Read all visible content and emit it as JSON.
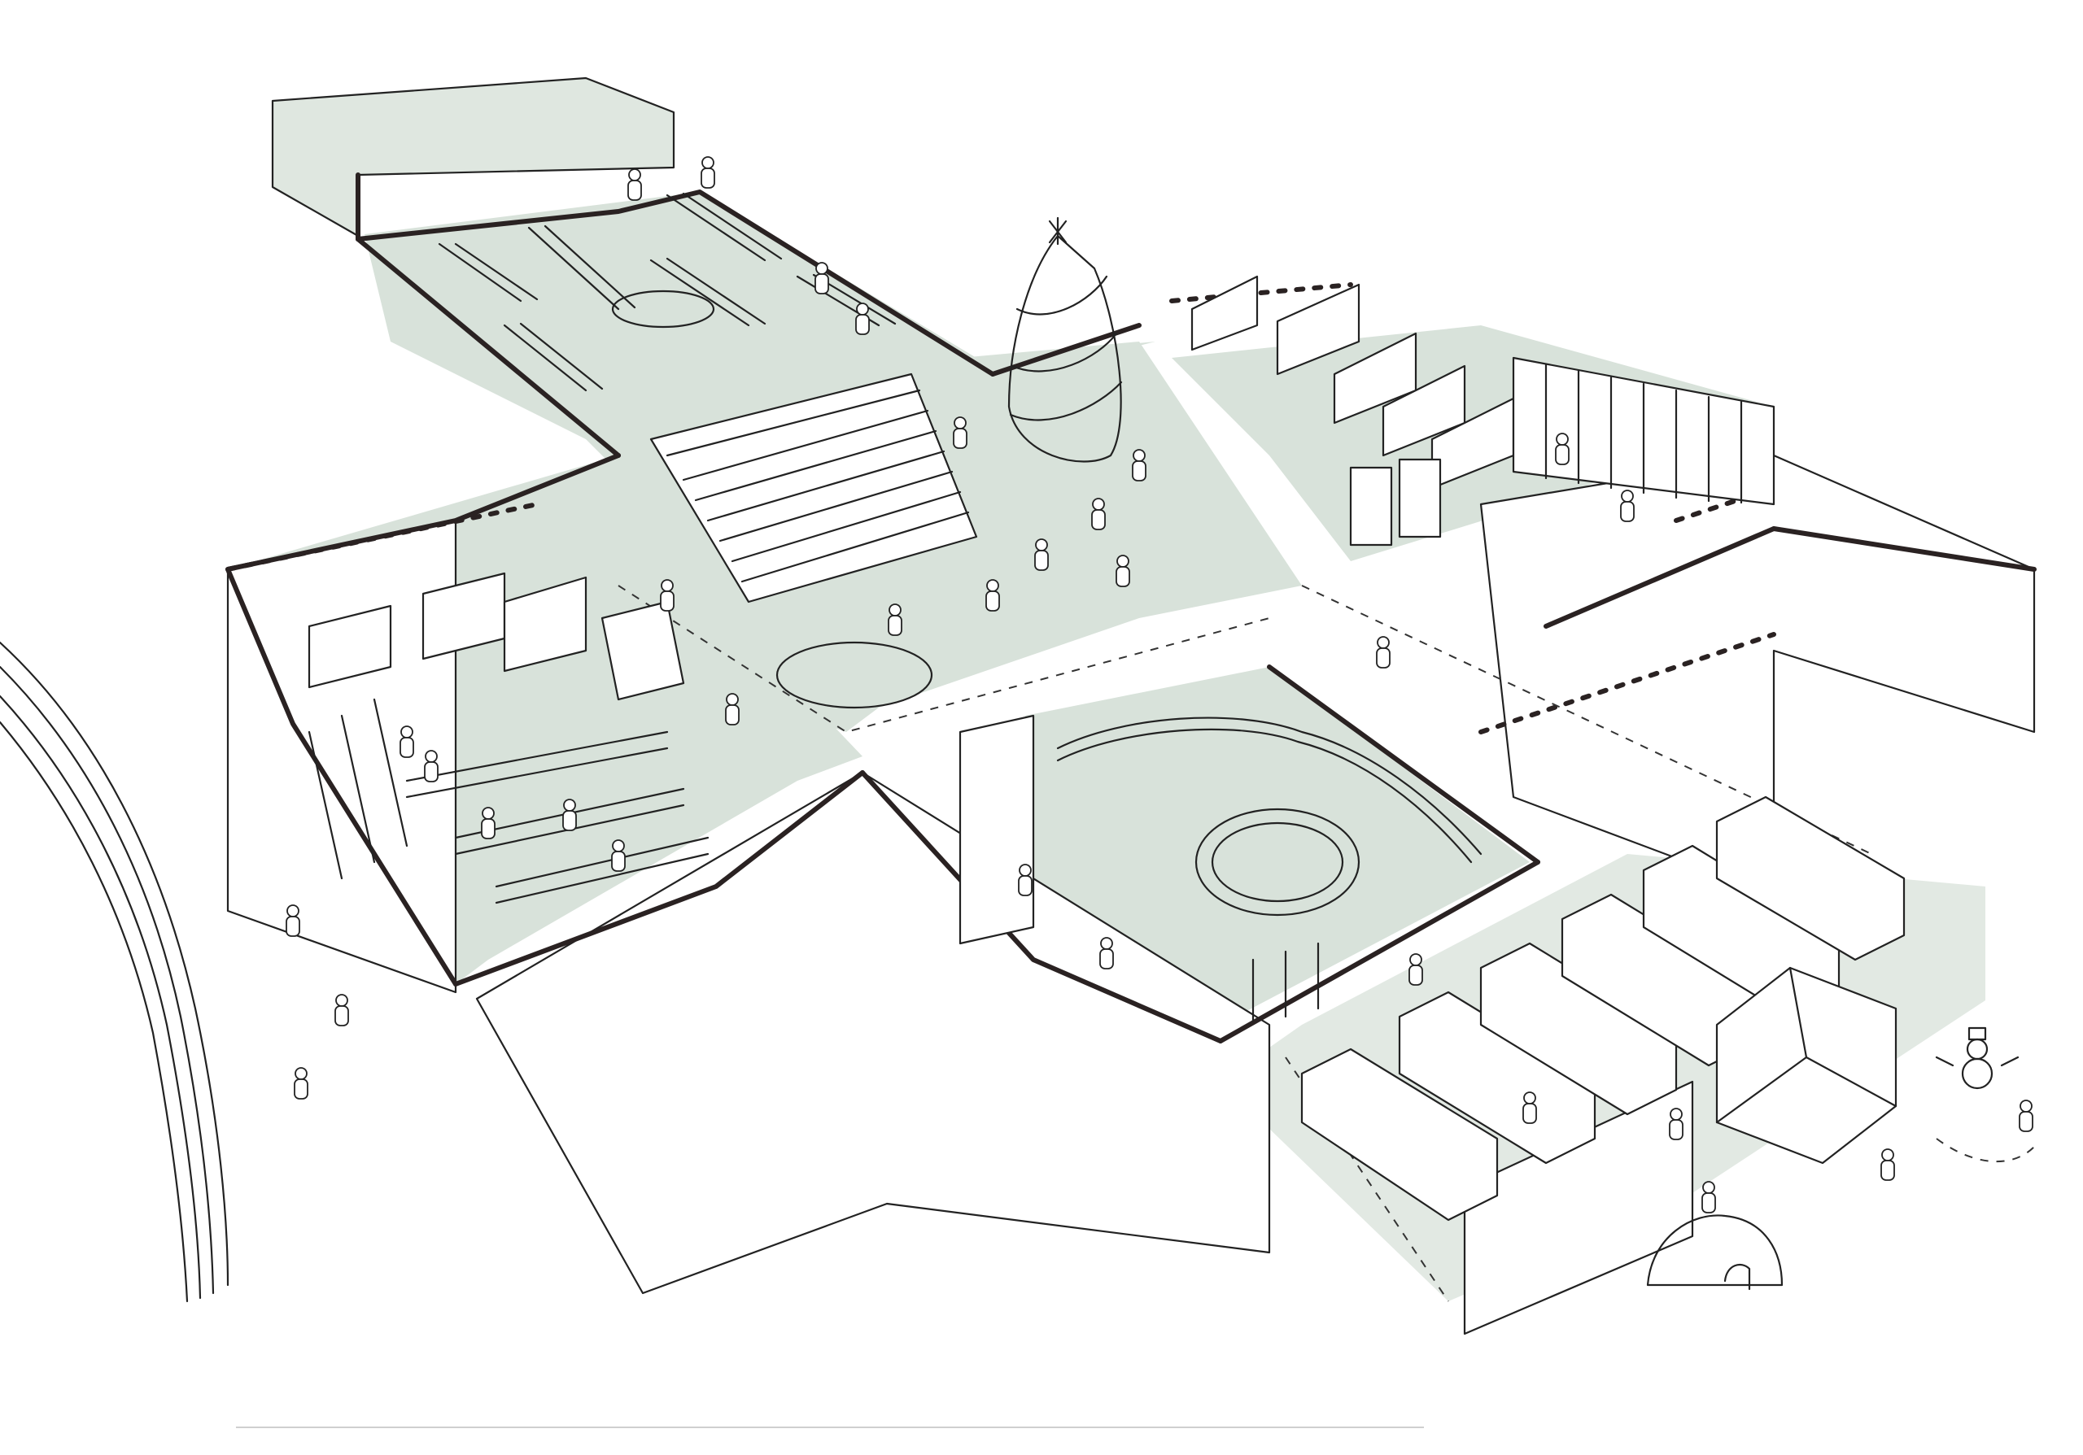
{
  "colors": {
    "ink": "#222222",
    "floor_fill": "#d8e2da",
    "paper": "#ffffff"
  },
  "zones": [
    {
      "id": "dining-hall",
      "kind": "room"
    },
    {
      "id": "grandstand-seating",
      "kind": "tiered-seating"
    },
    {
      "id": "central-plaza",
      "kind": "open-floor"
    },
    {
      "id": "christmas-tree",
      "kind": "feature"
    },
    {
      "id": "cafe-kitchen",
      "kind": "room"
    },
    {
      "id": "circle-dance-room",
      "kind": "room"
    },
    {
      "id": "market-stalls",
      "kind": "open-floor"
    },
    {
      "id": "canteen-tables",
      "kind": "room"
    },
    {
      "id": "entrance-shed",
      "kind": "structure"
    },
    {
      "id": "igloo",
      "kind": "feature"
    },
    {
      "id": "snowman",
      "kind": "feature"
    }
  ],
  "icons": [
    "person-figure",
    "tree-icon",
    "snowman-icon",
    "igloo-icon"
  ]
}
